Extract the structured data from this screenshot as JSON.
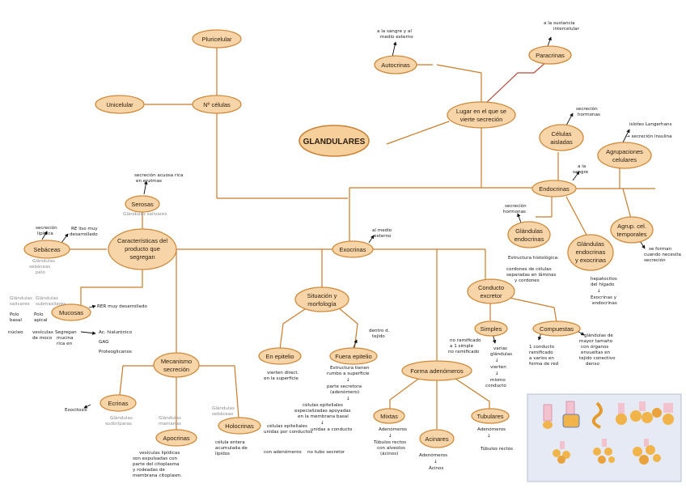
{
  "nodes": {
    "glandulares": "GLANDULARES",
    "pluricelular": "Pluricelular",
    "n_celulas": "Nº células",
    "unicelular": "Unicelular",
    "lugar": [
      "Lugar en el que se",
      "vierte secreción"
    ],
    "autocrinas": "Autocrinas",
    "paracrinas": "Paracrinas",
    "endocrinas": "Endocrinas",
    "celulas_aisladas": [
      "Células",
      "aisladas"
    ],
    "agrupaciones": [
      "Agrupaciones",
      "celulares"
    ],
    "glandulas_endocrinas": [
      "Glándulas",
      "endocrinas"
    ],
    "glandulas_endo_exo": [
      "Glándulas",
      "endocrinas",
      "y exocrinas"
    ],
    "agrup_temporales": [
      "Agrup. cel.",
      "temporales"
    ],
    "exocrinas": "Exocrinas",
    "caracteristicas": [
      "Características del",
      "producto que",
      "segregan"
    ],
    "serosas": "Serosas",
    "sebaceas": "Sebáceas",
    "mucosas": "Mucosas",
    "mecanismo": [
      "Mecanismo",
      "secreción"
    ],
    "ecrinas": "Ecrinas",
    "apocrinas": "Apocrinas",
    "holocrinas": "Holocrinas",
    "situacion": [
      "Situación y",
      "morfología"
    ],
    "en_epitelio": "En epitelio",
    "fuera_epitelio": "Fuera epitelio",
    "forma_adenomeros": "Forma adenómeros",
    "mixtas": "Mixtas",
    "acinares": "Acinares",
    "tubulares": "Tubulares",
    "conducto": [
      "Conducto",
      "excretor"
    ],
    "simples": "Simples",
    "compuestas": "Compuestas"
  },
  "notes": {
    "autocrinas_note": [
      "a la sangre y al",
      "medio externo"
    ],
    "paracrinas_note": [
      "a la sustancia",
      "intercelular"
    ],
    "aisladas_note": [
      "secreción",
      "hormonas"
    ],
    "agrupaciones_note": [
      "islotes Langerhans",
      "→ secreción insulina"
    ],
    "endocrinas_note": [
      "a la",
      "sangre"
    ],
    "glandulas_endo_note": [
      "secreción",
      "hormonas"
    ],
    "glandulas_endo_desc": [
      "Estructura histológica:",
      "cordones de células",
      "separadas en láminas",
      "y cordones"
    ],
    "endo_exo_note": [
      "hepatocitos",
      "del hígado",
      "↓",
      "Exocrinas y",
      "endocrinas"
    ],
    "temporales_note": [
      "se forman",
      "cuando necesita",
      "secreción"
    ],
    "exocrinas_note": [
      "al medio",
      "externo"
    ],
    "serosas_note": [
      "secreción acuosa rica",
      "en enzimas"
    ],
    "serosas_sub": "Glándulas salivares",
    "sebaceas_left": [
      "secreción",
      "lipídica"
    ],
    "sebaceas_right": [
      "RE liso muy",
      "desarrollado"
    ],
    "sebaceas_sub": [
      "Glándulas",
      "sebáceas",
      "pelo"
    ],
    "mucosas_left1": [
      "Glándulas",
      "salivares"
    ],
    "mucosas_left2": [
      "Glándulas",
      "submaxilares"
    ],
    "mucosas_b1": [
      "Polo",
      "basal"
    ],
    "mucosas_b2": [
      "Polo",
      "apical"
    ],
    "mucosas_n1": "núcleo",
    "mucosas_n2": [
      "vesículas",
      "de moco"
    ],
    "mucosas_rer": "RER muy desarrollado",
    "mucosas_seg": [
      "Segregan",
      "mucina",
      "rica en"
    ],
    "mucosas_list": [
      "Ac. hialurónico",
      "GAG",
      "Proteoglicanos"
    ],
    "ecrinas_note": "Exocitosis",
    "ecrinas_sub": [
      "Glándulas",
      "sudoríparas"
    ],
    "apocrinas_sub": [
      "Glándulas",
      "mamarias"
    ],
    "apocrinas_note": [
      "vesículas lipídicas",
      "son expulsadas con",
      "parte del citoplasma",
      "y rodeadas de",
      "membrana citoplasm."
    ],
    "holocrinas_sub": [
      "Glándulas",
      "sebáceas"
    ],
    "holocrinas_note": [
      "célula entera",
      "acumulada de",
      "lípidos"
    ],
    "en_epitelio_note": [
      "vierten direct.",
      "en la superficie"
    ],
    "fuera_epitelio_note": [
      "dentro d.",
      "tejido"
    ],
    "fuera_epitelio_desc": [
      "Estructura tienen",
      "rumbo a superficie",
      "↓",
      "parte secretora",
      "(adenómero)",
      "↓",
      "células epiteliales",
      "especializadas apoyadas",
      "en la membrana basal",
      "↓",
      "unidas a conducto"
    ],
    "mixtas_note": [
      "Adenómeros",
      "↓",
      "Túbulos rectos",
      "con alveolos",
      "(ácinos)"
    ],
    "acinares_note": [
      "Adenómeros",
      "↓",
      "Ácinos"
    ],
    "tubulares_note": [
      "Adenómeros",
      "↓",
      "Túbulos rectos"
    ],
    "simples_left": [
      "no ramificado",
      "a 1 simple",
      "no ramificado"
    ],
    "simples_right": [
      "varias",
      "glándulas",
      "↓",
      "vierten",
      "↓",
      "mismo",
      "conducto"
    ],
    "compuestas_left": [
      "1 conducto",
      "ramificado",
      "a varios en",
      "forma de red"
    ],
    "compuestas_right": [
      "glándulas de",
      "mayor tamaño",
      "con órganos",
      "envueltas en",
      "tejido conectivo",
      "denso"
    ],
    "celulas_plus": [
      "células epiteliales",
      "unidas por conductos",
      "con adenómeros"
    ],
    "celulas_plus2": "no tubo secretor"
  },
  "colors": {
    "node_fill": "#f7d5a9",
    "node_stroke": "#cf8a3b",
    "connector": "#c97b2a",
    "connector_accent": "#b44a3a",
    "ink": "#1a1a1a"
  }
}
